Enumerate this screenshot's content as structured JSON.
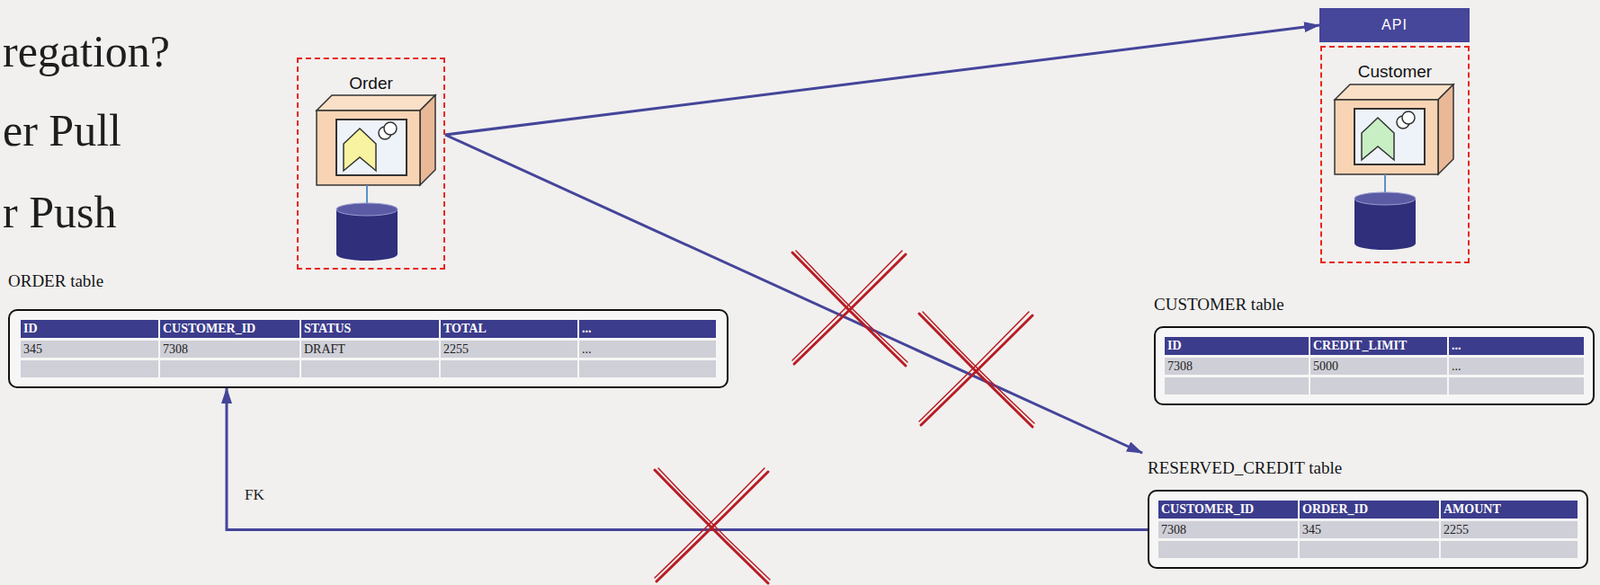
{
  "diagram": {
    "nodes": [
      {
        "text": [
          "Order"
        ]
      },
      {
        "text": [
          "API"
        ]
      },
      {
        "text": [
          "Customer"
        ]
      },
      {
        "text": [
          "ORDER table",
          "ID",
          "CUSTOMER_ID",
          "STATUS",
          "TOTAL",
          "...",
          "345",
          "7308",
          "DRAFT",
          "2255",
          "..."
        ]
      },
      {
        "text": [
          "CUSTOMER table",
          "ID",
          "CREDIT_LIMIT",
          "...",
          "7308",
          "5000",
          "..."
        ]
      },
      {
        "text": [
          "RESERVED_CREDIT table",
          "CUSTOMER_ID",
          "ORDER_ID",
          "AMOUNT",
          "7308",
          "345",
          "2255"
        ]
      }
    ],
    "edges": [
      {
        "from": 0,
        "to": 1,
        "arrow": "to"
      },
      {
        "from": 0,
        "to": 5,
        "arrow": "to"
      },
      {
        "from": 5,
        "to": 3,
        "arrow": "to",
        "label": "FK"
      }
    ],
    "labels": [
      "regation?",
      "er Pull",
      "r Push"
    ]
  }
}
